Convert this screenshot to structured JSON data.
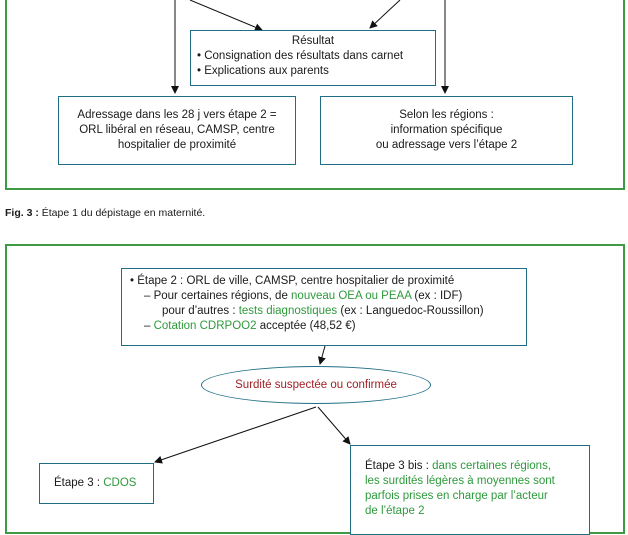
{
  "fig3": {
    "result": {
      "title": "Résultat",
      "items": [
        "• Consignation des résultats dans carnet",
        "• Explications aux parents"
      ]
    },
    "left_box": [
      "Adressage dans les 28 j vers étape 2 =",
      "ORL libéral en réseau, CAMSP, centre",
      "hospitalier de proximité"
    ],
    "right_box": [
      "Selon les régions :",
      "information spécifique",
      "ou adressage vers l’étape 2"
    ],
    "caption_label": "Fig. 3 :",
    "caption_text": " Étape 1 du dépistage en maternité."
  },
  "fig4": {
    "step2": {
      "line1": "• Étape 2 : ORL de ville, CAMSP, centre hospitalier de proximité",
      "line2_a": "– Pour certaines régions, de ",
      "line2_b": "nouveau OEA ou PEAA",
      "line2_c": " (ex : IDF)",
      "line3_a": "pour d’autres : ",
      "line3_b": "tests diagnostiques",
      "line3_c": " (ex : Languedoc-Roussillon)",
      "line4_a": "– ",
      "line4_b": "Cotation CDRPOO2",
      "line4_c": " acceptée (48,52 €)"
    },
    "ellipse": "Surdité suspectée ou confirmée",
    "step3": {
      "label": "Étape 3 : ",
      "value": "CDOS"
    },
    "step3bis": {
      "label": "Étape 3 bis : ",
      "l1": "dans certaines régions,",
      "l2": "les surdités légères à moyennes sont",
      "l3": "parfois prises en charge par l’acteur",
      "l4": "de l’étape 2"
    }
  },
  "colors": {
    "frame": "#3d9a45",
    "box_border": "#1f6e86",
    "green_text": "#2e9a3c",
    "red_text": "#a01f25"
  }
}
